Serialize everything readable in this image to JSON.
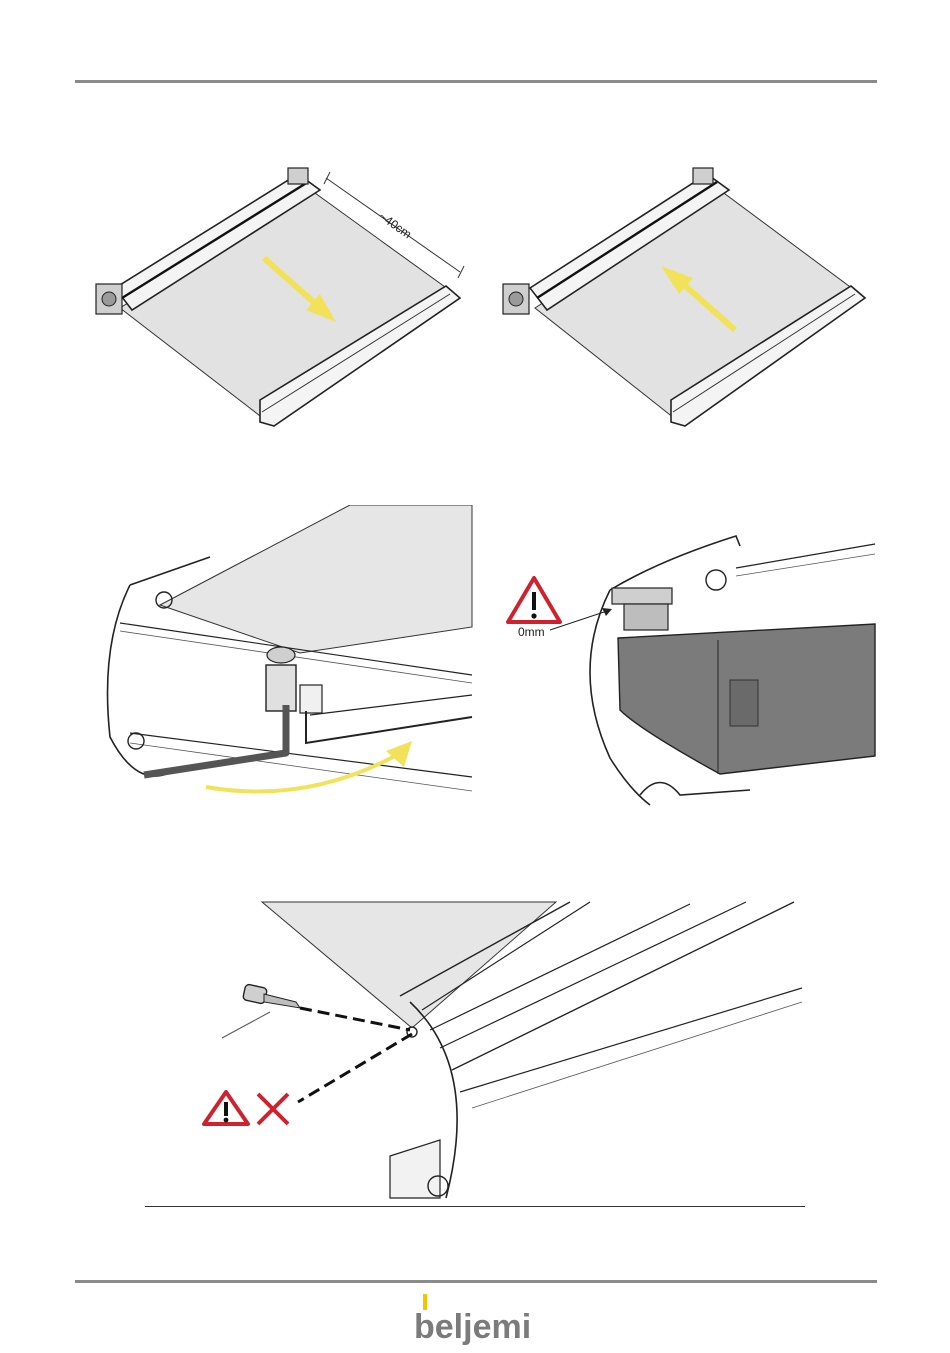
{
  "figures": {
    "extend": {
      "distance_label": "~40cm"
    },
    "tension": {
      "clearance_label": "0mm"
    }
  },
  "brand": {
    "name": "beljemi"
  },
  "colors": {
    "accent_arrow": "#f2e25a",
    "warning_red": "#d0222e",
    "fabric": "#e2e2e2",
    "rule": "#8a8a8a",
    "bracket": "#7b7b7b"
  },
  "icons": {
    "top_rule": "header-divider",
    "warning": "warning-triangle-icon",
    "forbidden": "cross-icon",
    "screw": "screw-icon",
    "hex_key": "hex-key-icon"
  }
}
